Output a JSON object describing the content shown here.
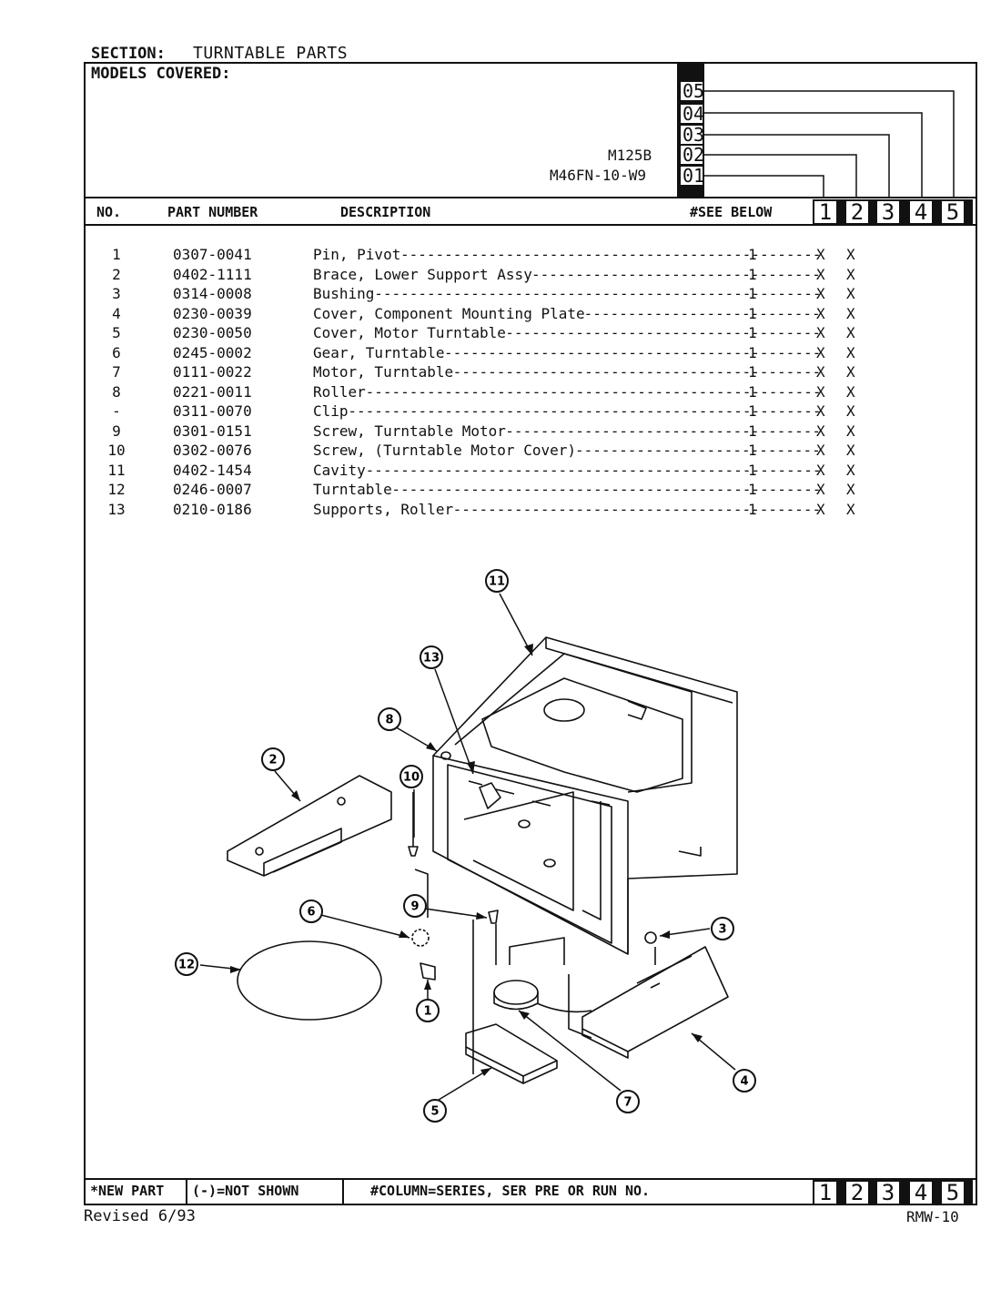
{
  "section_label": "SECTION:",
  "section_value": "TURNTABLE PARTS",
  "models_label": "MODELS COVERED:",
  "models": [
    "M125B",
    "M46FN-10-W9"
  ],
  "series_codes": [
    "05",
    "04",
    "03",
    "02",
    "01"
  ],
  "table_headers": {
    "no": "NO.",
    "part_number": "PART NUMBER",
    "description": "DESCRIPTION",
    "see_below": "#SEE BELOW"
  },
  "columns": [
    "1",
    "2",
    "3",
    "4",
    "5"
  ],
  "parts": [
    {
      "no": "1",
      "part_number": "0307-0041",
      "description": "Pin, Pivot",
      "qty": "1",
      "x1": "X",
      "x2": "X"
    },
    {
      "no": "2",
      "part_number": "0402-1111",
      "description": "Brace, Lower Support Assy",
      "qty": "1",
      "x1": "X",
      "x2": "X"
    },
    {
      "no": "3",
      "part_number": "0314-0008",
      "description": "Bushing",
      "qty": "1",
      "x1": "X",
      "x2": "X"
    },
    {
      "no": "4",
      "part_number": "0230-0039",
      "description": "Cover, Component Mounting Plate",
      "qty": "1",
      "x1": "X",
      "x2": "X"
    },
    {
      "no": "5",
      "part_number": "0230-0050",
      "description": "Cover, Motor Turntable",
      "qty": "1",
      "x1": "X",
      "x2": "X"
    },
    {
      "no": "6",
      "part_number": "0245-0002",
      "description": "Gear, Turntable",
      "qty": "1",
      "x1": "X",
      "x2": "X"
    },
    {
      "no": "7",
      "part_number": "0111-0022",
      "description": "Motor, Turntable",
      "qty": "1",
      "x1": "X",
      "x2": "X"
    },
    {
      "no": "8",
      "part_number": "0221-0011",
      "description": "Roller",
      "qty": "1",
      "x1": "X",
      "x2": "X"
    },
    {
      "no": "-",
      "part_number": "0311-0070",
      "description": "Clip",
      "qty": "1",
      "x1": "X",
      "x2": "X"
    },
    {
      "no": "9",
      "part_number": "0301-0151",
      "description": "Screw, Turntable Motor",
      "qty": "1",
      "x1": "X",
      "x2": "X"
    },
    {
      "no": "10",
      "part_number": "0302-0076",
      "description": "Screw, (Turntable Motor Cover)",
      "qty": "1",
      "x1": "X",
      "x2": "X"
    },
    {
      "no": "11",
      "part_number": "0402-1454",
      "description": "Cavity",
      "qty": "1",
      "x1": "X",
      "x2": "X"
    },
    {
      "no": "12",
      "part_number": "0246-0007",
      "description": "Turntable",
      "qty": "1",
      "x1": "X",
      "x2": "X"
    },
    {
      "no": "13",
      "part_number": "0210-0186",
      "description": "Supports, Roller",
      "qty": "1",
      "x1": "X",
      "x2": "X"
    }
  ],
  "callouts": [
    "1",
    "2",
    "3",
    "4",
    "5",
    "6",
    "7",
    "8",
    "9",
    "10",
    "11",
    "12",
    "13"
  ],
  "footer": {
    "new_part": "*NEW PART",
    "not_shown": "(-)=NOT SHOWN",
    "column_note": "#COLUMN=SERIES, SER PRE OR RUN NO."
  },
  "revised": "Revised 6/93",
  "page_code": "RMW-10"
}
